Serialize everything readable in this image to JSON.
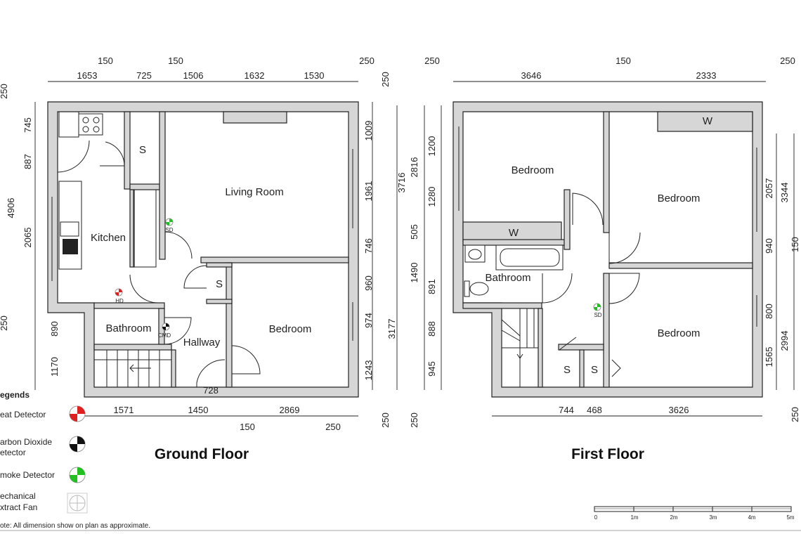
{
  "ground_floor": {
    "title": "Ground Floor",
    "top_dims": [
      "150",
      "150",
      "250",
      "1653",
      "725",
      "1506",
      "1632",
      "1530"
    ],
    "left_dims": [
      "250",
      "745",
      "887",
      "4906",
      "2065",
      "250",
      "890",
      "1170"
    ],
    "right_dims": [
      "250",
      "1009",
      "3716",
      "1961",
      "746",
      "960",
      "974",
      "3177",
      "1243"
    ],
    "bottom_dims": [
      "1571",
      "1450",
      "2869",
      "728",
      "150",
      "250",
      "250"
    ],
    "rooms": {
      "kitchen": "Kitchen",
      "living_room": "Living Room",
      "bedroom": "Bedroom",
      "bathroom": "Bathroom",
      "hallway": "Hallway",
      "store_1": "S",
      "store_2": "S"
    },
    "detectors": {
      "sd": "SD",
      "hd": "HD",
      "cmd": "CMD"
    }
  },
  "first_floor": {
    "title": "First Floor",
    "top_dims": [
      "250",
      "150",
      "250",
      "3646",
      "2333"
    ],
    "left_dims": [
      "2816",
      "1200",
      "1280",
      "505",
      "1490",
      "891",
      "888",
      "945",
      "250"
    ],
    "right_dims": [
      "2057",
      "3344",
      "940",
      "150",
      "800",
      "2994",
      "1565",
      "250"
    ],
    "bottom_dims": [
      "744",
      "468",
      "3626"
    ],
    "rooms": {
      "bedroom_1": "Bedroom",
      "bedroom_2": "Bedroom",
      "bedroom_3": "Bedroom",
      "bathroom": "Bathroom",
      "wardrobe_1": "W",
      "wardrobe_2": "W",
      "store_1": "S",
      "store_2": "S"
    },
    "detectors": {
      "sd": "SD"
    }
  },
  "legend": {
    "title": "egends",
    "items": [
      {
        "line1": "eat Detector",
        "line2": "",
        "icon": "heat-detector-icon",
        "color": "#e02020"
      },
      {
        "line1": "arbon Dioxide",
        "line2": "etector",
        "icon": "carbon-dioxide-detector-icon",
        "color": "#111111"
      },
      {
        "line1": "moke Detector",
        "line2": "",
        "icon": "smoke-detector-icon",
        "color": "#20c020"
      },
      {
        "line1": "echanical",
        "line2": "xtract Fan",
        "icon": "extract-fan-icon",
        "color": "#bbbbbb"
      }
    ]
  },
  "note": "ote: All dimension show on plan as approximate.",
  "scale_bar": {
    "labels": [
      "0",
      "1m",
      "2m",
      "3m",
      "4m",
      "5m"
    ]
  }
}
